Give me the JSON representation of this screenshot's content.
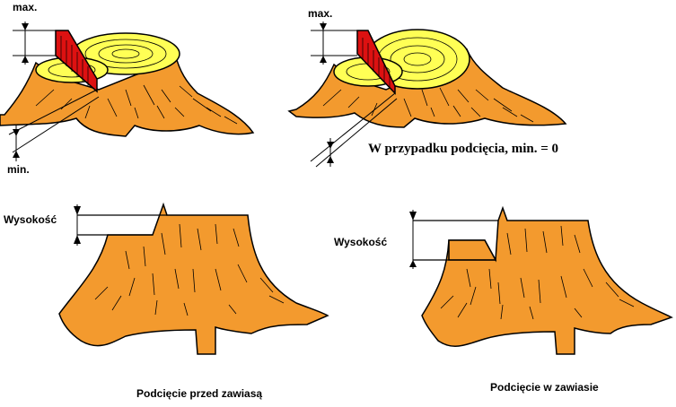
{
  "labels": {
    "max_left": "max.",
    "max_right": "max.",
    "min_left": "min.",
    "undercut_note": "W przypadku podcięcia, min. = 0",
    "height_left": "Wysokość",
    "height_right": "Wysokość",
    "caption_left": "Podcięcie przed zawiasą",
    "caption_right": "Podcięcie w zawiasie"
  },
  "colors": {
    "wood": "#f39a2e",
    "stump_top": "#ffff55",
    "cut_face": "#dd1111",
    "outline": "#000000",
    "background": "#ffffff"
  }
}
